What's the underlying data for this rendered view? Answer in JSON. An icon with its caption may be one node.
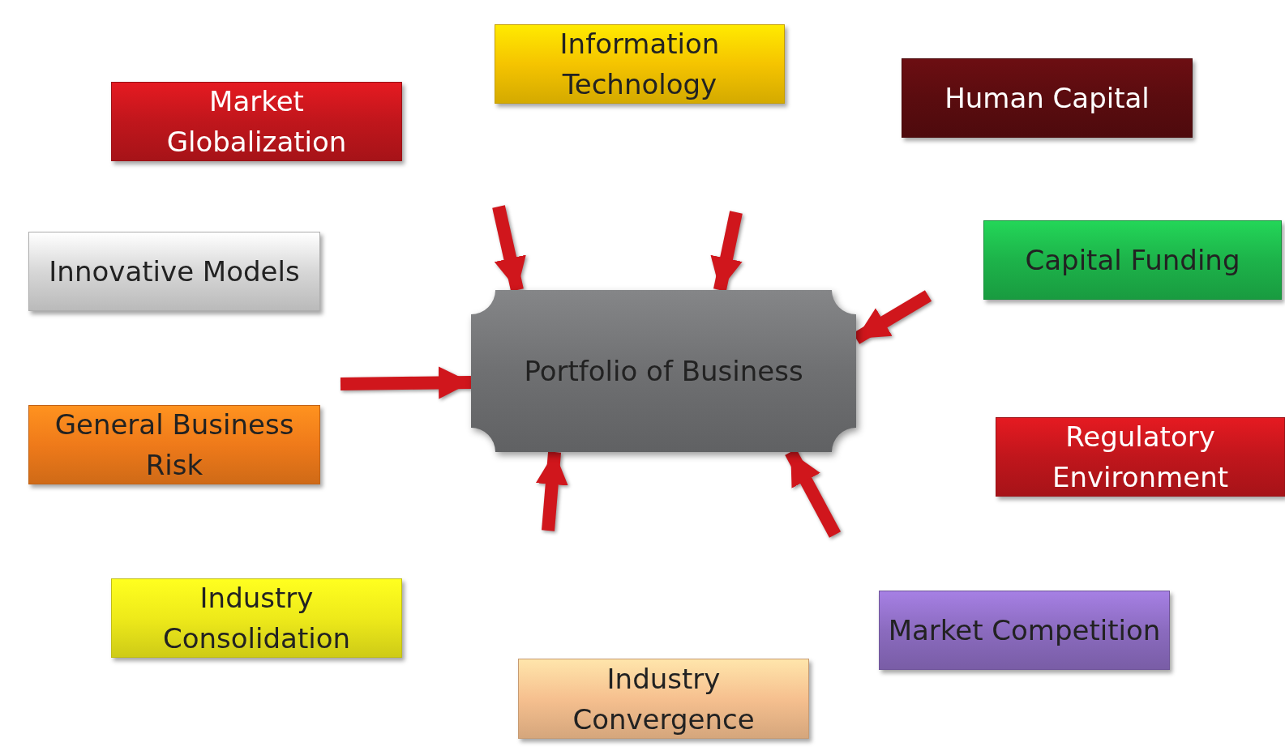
{
  "diagram": {
    "nodes": [
      {
        "text": [
          "Information Technology"
        ]
      },
      {
        "text": [
          "Market Globalization"
        ]
      },
      {
        "text": [
          "Human Capital"
        ]
      },
      {
        "text": [
          "Innovative Models"
        ]
      },
      {
        "text": [
          "Capital Funding"
        ]
      },
      {
        "text": [
          "Portfolio of Business"
        ]
      },
      {
        "text": [
          "General Business Risk"
        ]
      },
      {
        "text": [
          "Regulatory Environment"
        ]
      },
      {
        "text": [
          "Industry Consolidation"
        ]
      },
      {
        "text": [
          "Market Competition"
        ]
      },
      {
        "text": [
          "Industry Convergence"
        ]
      }
    ],
    "edges": [
      {
        "from": null,
        "to": 5,
        "arrow": "to"
      },
      {
        "from": null,
        "to": 5,
        "arrow": "to"
      },
      {
        "from": null,
        "to": 5,
        "arrow": "to"
      },
      {
        "from": null,
        "to": 5,
        "arrow": "to"
      },
      {
        "from": null,
        "to": 5,
        "arrow": "to"
      },
      {
        "from": null,
        "to": 5,
        "arrow": "to"
      }
    ]
  }
}
